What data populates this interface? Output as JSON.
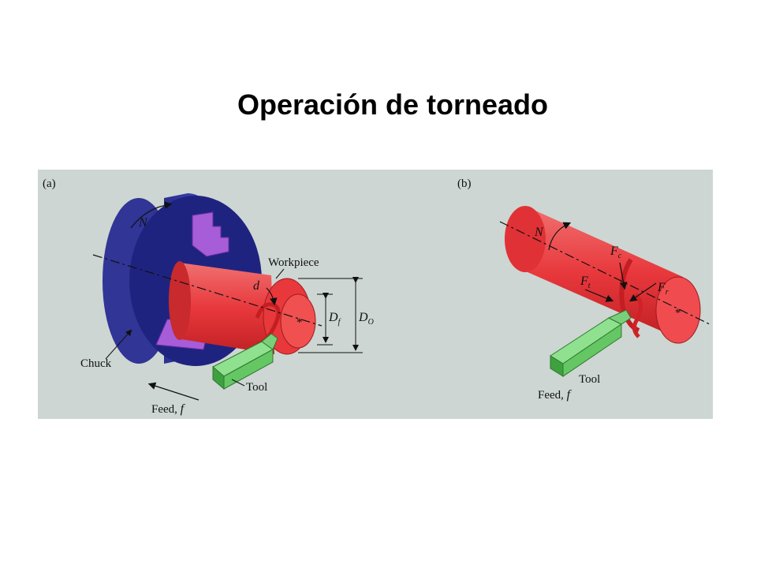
{
  "slide": {
    "title": "Operación de torneado"
  },
  "diagram_a": {
    "panel_label": "(a)",
    "rotation_label": "N",
    "workpiece_label": "Workpiece",
    "depth_label": "d",
    "final_diameter_label": "D",
    "final_diameter_sub": "f",
    "original_diameter_label": "D",
    "original_diameter_sub": "O",
    "chuck_label": "Chuck",
    "tool_label": "Tool",
    "feed_label": "Feed,",
    "feed_symbol": "f"
  },
  "diagram_b": {
    "panel_label": "(b)",
    "rotation_label": "N",
    "cutting_force_label": "F",
    "cutting_force_sub": "c",
    "thrust_force_label": "F",
    "thrust_force_sub": "t",
    "radial_force_label": "F",
    "radial_force_sub": "r",
    "tool_label": "Tool",
    "feed_label": "Feed,",
    "feed_symbol": "f"
  },
  "colors": {
    "panel_background": "#cdd6d2",
    "workpiece": "#e8383c",
    "chuck": "#2a2f9c",
    "jaws": "#a75cd8",
    "tool": "#64c764"
  }
}
